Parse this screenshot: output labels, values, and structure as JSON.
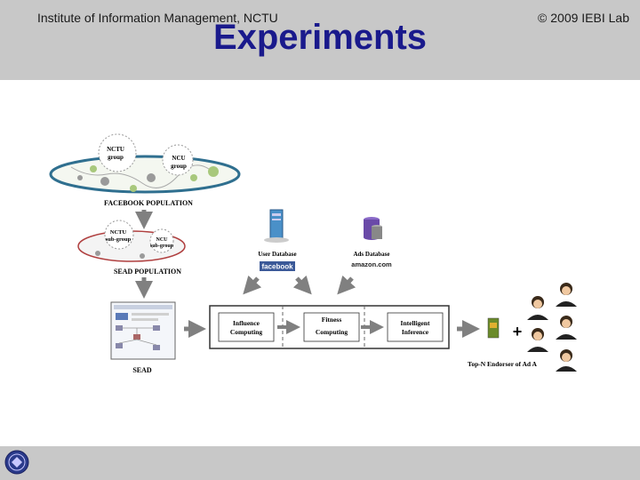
{
  "title": "Experiments",
  "footer": {
    "left": "Institute of Information Management, NCTU",
    "right": "© 2009 IEBI Lab"
  },
  "diagram": {
    "facebook_population": {
      "label": "FACEBOOK POPULATION",
      "group1": [
        "NCTU",
        "group"
      ],
      "group2": [
        "NCU",
        "group"
      ]
    },
    "sead_population": {
      "label": "SEAD POPULATION",
      "group1": [
        "NCTU",
        "sub-group"
      ],
      "group2": [
        "NCU",
        "sub-group"
      ]
    },
    "sead_label": "SEAD",
    "user_db": {
      "label": "User Database",
      "brand": "facebook"
    },
    "ads_db": {
      "label": "Ads Database",
      "brand": "amazon.com"
    },
    "pipeline": [
      [
        "Influence",
        "Computing"
      ],
      [
        "Fitness",
        "Computing"
      ],
      [
        "Intelligent",
        "Inference"
      ]
    ],
    "plus": "+",
    "result_label": "Top-N Endorser of Ad A",
    "colors": {
      "title": "#1a1a8c",
      "bar": "#c8c8c8",
      "arrow": "#7f7f7f",
      "db_server": "#4a90c8",
      "db_cyl": "#6a4aa8"
    }
  }
}
